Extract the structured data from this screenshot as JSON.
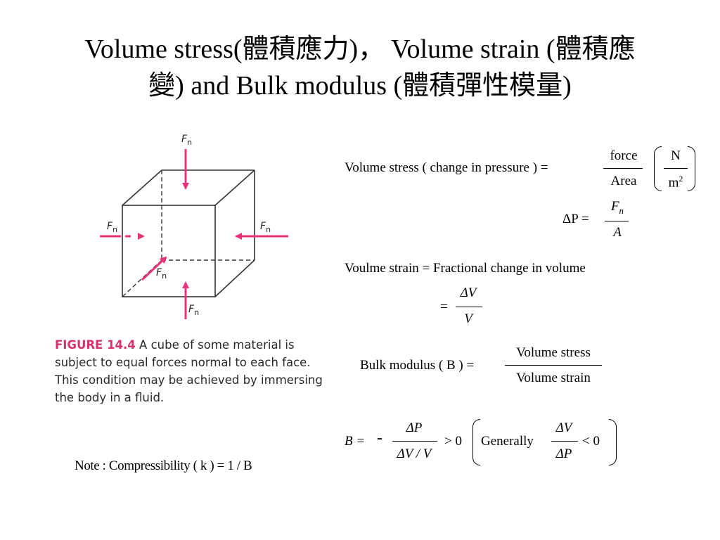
{
  "title": {
    "line1": "Volume stress(體積應力)， Volume strain (體積應",
    "line2": "變) and Bulk modulus (體積彈性模量)"
  },
  "figure": {
    "force_label": "F",
    "force_subscript": "n",
    "arrow_color": "#e8327a",
    "caption_label": "FIGURE 14.4",
    "caption_text": "A cube of some material is subject to equal forces normal to each face. This condition may be achieved by immersing the body in a fluid."
  },
  "equations": {
    "stress": {
      "lhs": "Volume stress ( change in pressure ) =",
      "numerator": "force",
      "denominator": "Area",
      "unit_num": "N",
      "unit_den": "m",
      "unit_exp": "2"
    },
    "pressure": {
      "lhs": "ΔP =",
      "num_main": "F",
      "num_sub": "n",
      "denominator": "A"
    },
    "strain": {
      "text": "Voulme strain = Fractional change in volume",
      "eq_sign": "=",
      "numerator": "ΔV",
      "denominator": "V"
    },
    "bulk": {
      "lhs": "Bulk modulus ( B ) =",
      "numerator": "Volume stress",
      "denominator": "Volume strain"
    },
    "bulk_formula": {
      "lhs": "B =",
      "minus": "-",
      "numerator": "ΔP",
      "denominator": "ΔV / V",
      "gt_zero": "> 0",
      "generally": "Generally",
      "paren_num": "ΔV",
      "paren_den": "ΔP",
      "lt_zero": "< 0"
    }
  },
  "note": "Note : Compressibility ( k ) =  1 / B"
}
